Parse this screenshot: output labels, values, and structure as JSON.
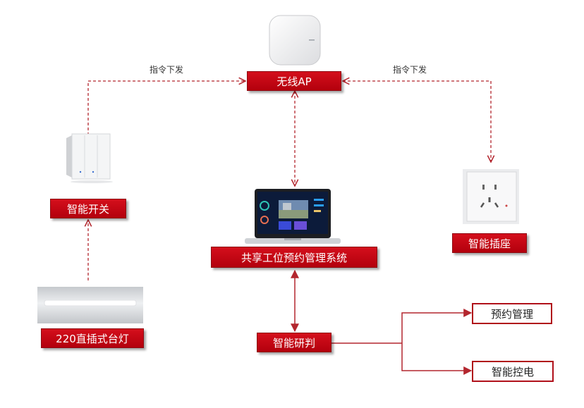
{
  "colors": {
    "accent": "#c00612",
    "arrow": "#b3262e",
    "text_light": "#ffffff"
  },
  "nodes": {
    "ap": "无线AP",
    "switch": "智能开关",
    "socket": "智能插座",
    "lamp": "220直插式台灯",
    "system": "共享工位预约管理系统",
    "analysis": "智能研判",
    "booking": "预约管理",
    "power": "智能控电"
  },
  "edge_labels": {
    "left": "指令下发",
    "right": "指令下发"
  },
  "devices": {
    "ap": "wireless-ap-image",
    "switch": "wall-switch-image",
    "socket": "wall-socket-image",
    "lamp": "led-tube-lamp-image",
    "laptop": "laptop-dashboard-image"
  }
}
